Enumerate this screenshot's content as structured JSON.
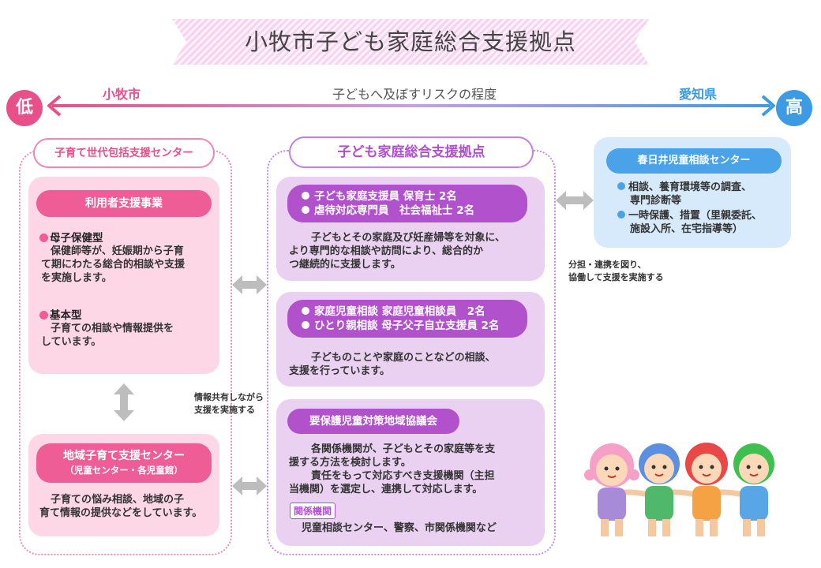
{
  "title": "小牧市子ども家庭総合支援拠点",
  "scale": {
    "low": "低",
    "high": "高",
    "left_label": "小牧市",
    "right_label": "愛知県",
    "center_label": "子どもへ及ぼすリスクの程度"
  },
  "left_column": {
    "header": "子育て世代包括支援センター",
    "user_support": {
      "title": "利用者支援事業",
      "types": [
        {
          "name": "母子保健型",
          "lines": [
            "保健師等が、妊娠期から子育",
            "て期にわたる総合的相談や支援",
            "を実施します。"
          ]
        },
        {
          "name": "基本型",
          "lines": [
            "子育ての相談や情報提供を",
            "しています。"
          ]
        }
      ]
    },
    "chiiki": {
      "title": "地域子育て支援センター",
      "subtitle": "（児童センター・各児童館）",
      "lines": [
        "子育ての悩み相談、地域の子",
        "育て情報の提供などをしています。"
      ]
    }
  },
  "share_note": [
    "情報共有しながら",
    "支援を実施する"
  ],
  "middle_column": {
    "header": "子ども家庭総合支援拠点",
    "box1": {
      "staff": [
        "子ども家庭支援員 保育士 2名",
        "虐待対応専門員　社会福祉士 2名"
      ],
      "lines": [
        "子どもとその家庭及び妊産婦等を対象に、",
        "より専門的な相談や訪問により、総合的か",
        "つ継続的に支援します。"
      ]
    },
    "box2": {
      "staff": [
        "家庭児童相談 家庭児童相談員　2名",
        "ひとり親相談 母子父子自立支援員 2名"
      ],
      "lines": [
        "子どものことや家庭のことなどの相談、",
        "支援を行っています。"
      ]
    },
    "box3": {
      "title": "要保護児童対策地域協議会",
      "lines": [
        "各関係機関が、子どもとその家庭等を支",
        "援する方法を検討します。",
        "責任をもって対応すべき支援機関（主担",
        "当機関）を選定し、連携して対応します。"
      ],
      "tag": "関係機関",
      "agencies": "児童相談センター、警察、市関係機関など"
    }
  },
  "right_column": {
    "header": "春日井児童相談センター",
    "items": [
      [
        "相談、養育環境等の調査、",
        "専門診断等"
      ],
      [
        "一時保護、措置（里親委託、",
        "施設入所、在宅指導等）"
      ]
    ],
    "note": [
      "分担・連携を図り、",
      "協働して支援を実施する"
    ]
  },
  "colors": {
    "pink": "#ee5d95",
    "purple": "#b152cc",
    "blue": "#4aa3e8"
  }
}
